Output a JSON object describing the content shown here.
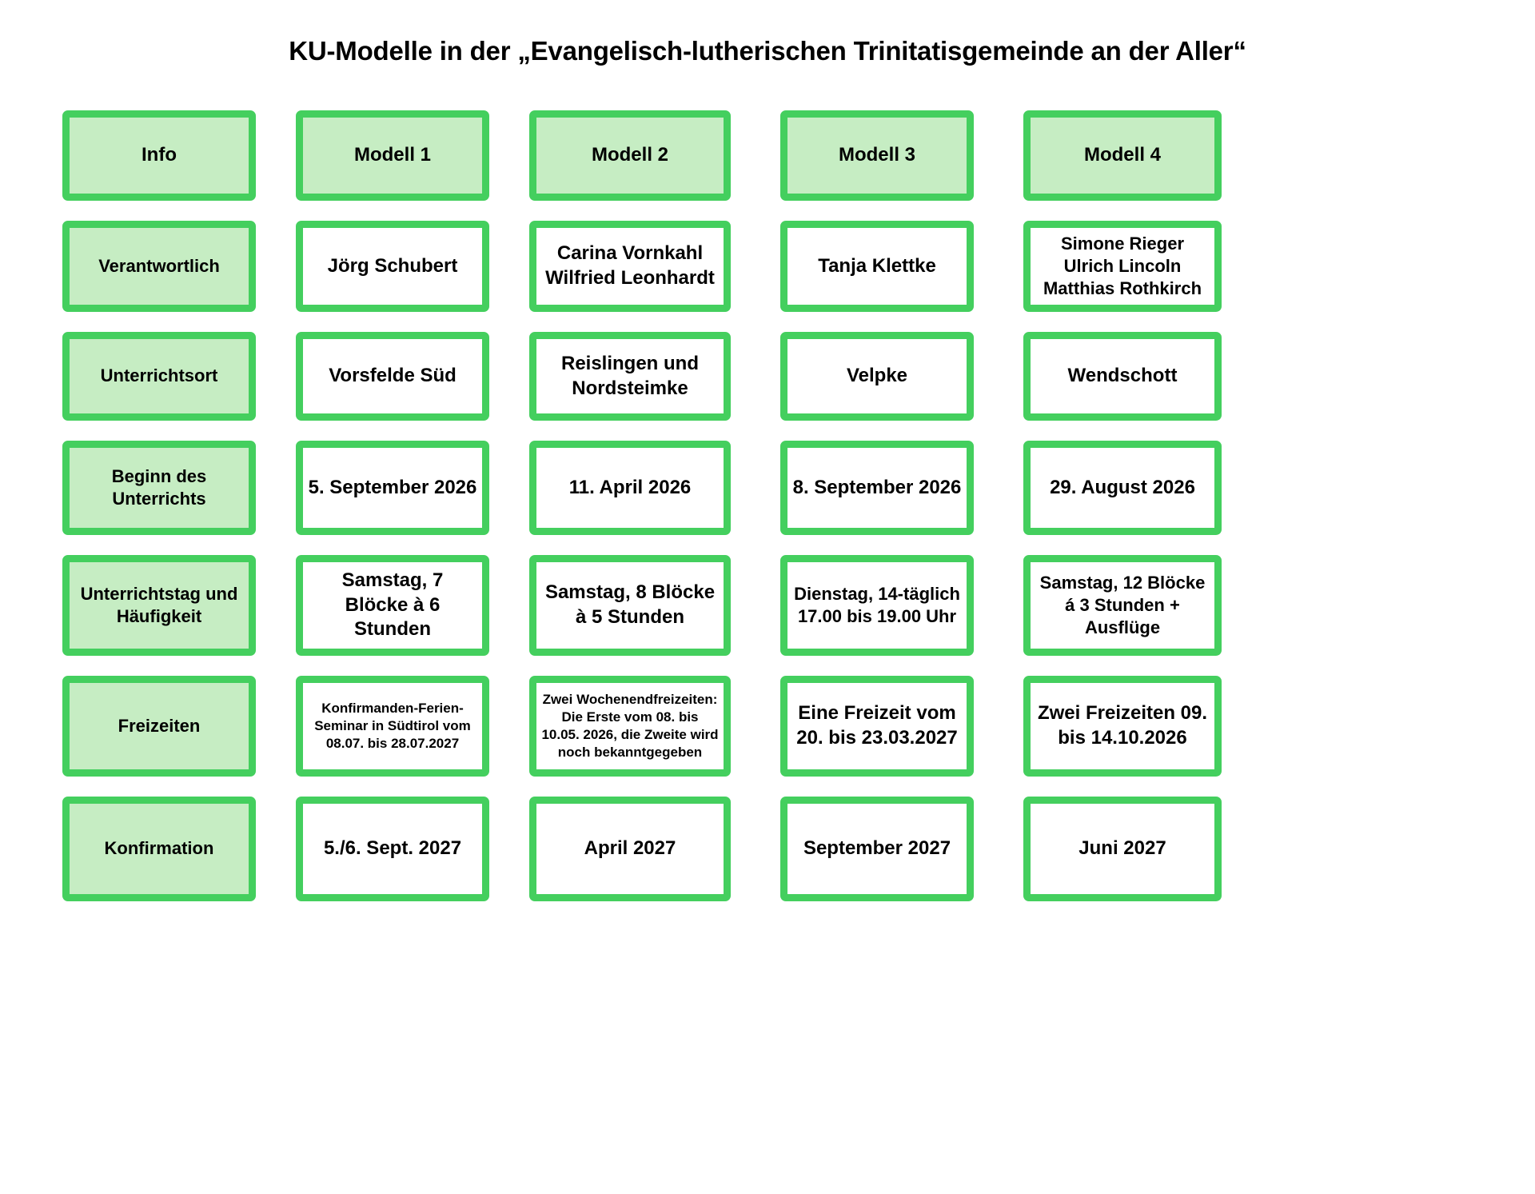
{
  "title": "KU-Modelle in der „Evangelisch-lutherischen Trinitatisgemeinde an der Aller“",
  "colors": {
    "border_green": "#44cf5e",
    "header_fill": "#c6edc3",
    "cell_fill": "#ffffff",
    "text": "#000000",
    "page_background": "#ffffff"
  },
  "columns": [
    {
      "key": "info",
      "header": "Info"
    },
    {
      "key": "modell1",
      "header": "Modell 1"
    },
    {
      "key": "modell2",
      "header": "Modell 2"
    },
    {
      "key": "modell3",
      "header": "Modell 3"
    },
    {
      "key": "modell4",
      "header": "Modell 4"
    }
  ],
  "rows": [
    {
      "key": "verantwortlich",
      "label": "Verantwortlich",
      "values": [
        "Jörg Schubert",
        "Carina Vornkahl Wilfried Leonhardt",
        "Tanja Klettke",
        "Simone Rieger Ulrich Lincoln Matthias Rothkirch"
      ]
    },
    {
      "key": "unterrichtsort",
      "label": "Unterrichtsort",
      "values": [
        "Vorsfelde Süd",
        "Reislingen und Nordsteimke",
        "Velpke",
        "Wendschott"
      ]
    },
    {
      "key": "beginn",
      "label": "Beginn des Unterrichts",
      "values": [
        "5. September 2026",
        "11. April 2026",
        "8. September 2026",
        "29. August 2026"
      ]
    },
    {
      "key": "unterrichtstag",
      "label": "Unterrichtstag und Häufigkeit",
      "values": [
        "Samstag, 7 Blöcke à 6 Stunden",
        "Samstag, 8 Blöcke à 5 Stunden",
        "Dienstag, 14-täglich 17.00 bis 19.00 Uhr",
        "Samstag, 12 Blöcke á 3 Stunden + Ausflüge"
      ]
    },
    {
      "key": "freizeiten",
      "label": "Freizeiten",
      "values": [
        "Konfirmanden-Ferien-Seminar in Südtirol vom 08.07. bis 28.07.2027",
        "Zwei Wochenendfreizeiten: Die Erste vom 08. bis 10.05. 2026, die Zweite wird noch bekanntgegeben",
        "Eine Freizeit vom 20. bis 23.03.2027",
        "Zwei Freizeiten 09. bis 14.10.2026"
      ]
    },
    {
      "key": "konfirmation",
      "label": "Konfirmation",
      "values": [
        "5./6. Sept. 2027",
        "April 2027",
        "September 2027",
        "Juni 2027"
      ]
    }
  ]
}
